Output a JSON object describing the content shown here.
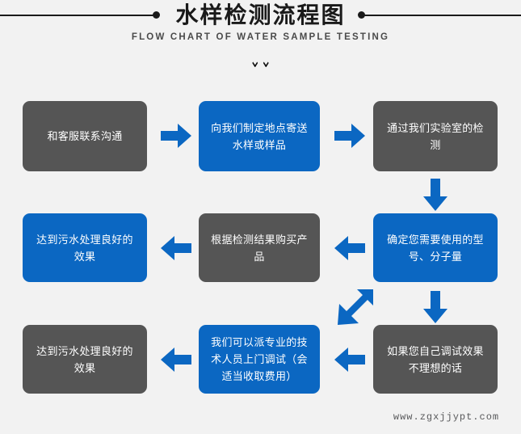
{
  "header": {
    "title": "水样检测流程图",
    "subtitle": "FLOW CHART OF WATER SAMPLE TESTING",
    "chevron_glyph": "⌄⌄"
  },
  "colors": {
    "background": "#f2f2f2",
    "gray_box": "#555555",
    "blue_box": "#0b67c2",
    "arrow": "#0b67c2",
    "rule": "#1a1a1a",
    "watermark_text": "#58595b"
  },
  "flow": {
    "row1": [
      {
        "id": "step-1",
        "style": "gray",
        "text": "和客服联系沟通"
      },
      {
        "id": "step-2",
        "style": "blue",
        "text": "向我们制定地点寄送水样或样品"
      },
      {
        "id": "step-3",
        "style": "gray",
        "text": "通过我们实验室的检测"
      }
    ],
    "row2": [
      {
        "id": "step-6",
        "style": "blue",
        "text": "达到污水处理良好的效果"
      },
      {
        "id": "step-5",
        "style": "gray",
        "text": "根据检测结果购买产品"
      },
      {
        "id": "step-4",
        "style": "blue",
        "text": "确定您需要使用的型号、分子量"
      }
    ],
    "row3": [
      {
        "id": "step-9",
        "style": "gray",
        "text": "达到污水处理良好的效果"
      },
      {
        "id": "step-8",
        "style": "blue",
        "text": "我们可以派专业的技术人员上门调试（会适当收取费用）"
      },
      {
        "id": "step-7",
        "style": "gray",
        "text": "如果您自己调试效果不理想的话"
      }
    ]
  },
  "connectors": [
    {
      "id": "arrow-r1-1-2",
      "direction": "right"
    },
    {
      "id": "arrow-r1-2-3",
      "direction": "right"
    },
    {
      "id": "arrow-r1-3-down",
      "direction": "down"
    },
    {
      "id": "arrow-r2-3-2",
      "direction": "left"
    },
    {
      "id": "arrow-r2-2-1",
      "direction": "left"
    },
    {
      "id": "arrow-r2-3-down",
      "direction": "down"
    },
    {
      "id": "arrow-r2-diag",
      "direction": "down-left"
    },
    {
      "id": "arrow-r3-3-2",
      "direction": "left"
    },
    {
      "id": "arrow-r3-2-1",
      "direction": "left"
    }
  ],
  "footer": {
    "watermark": "www.zgxjjypt.com"
  }
}
